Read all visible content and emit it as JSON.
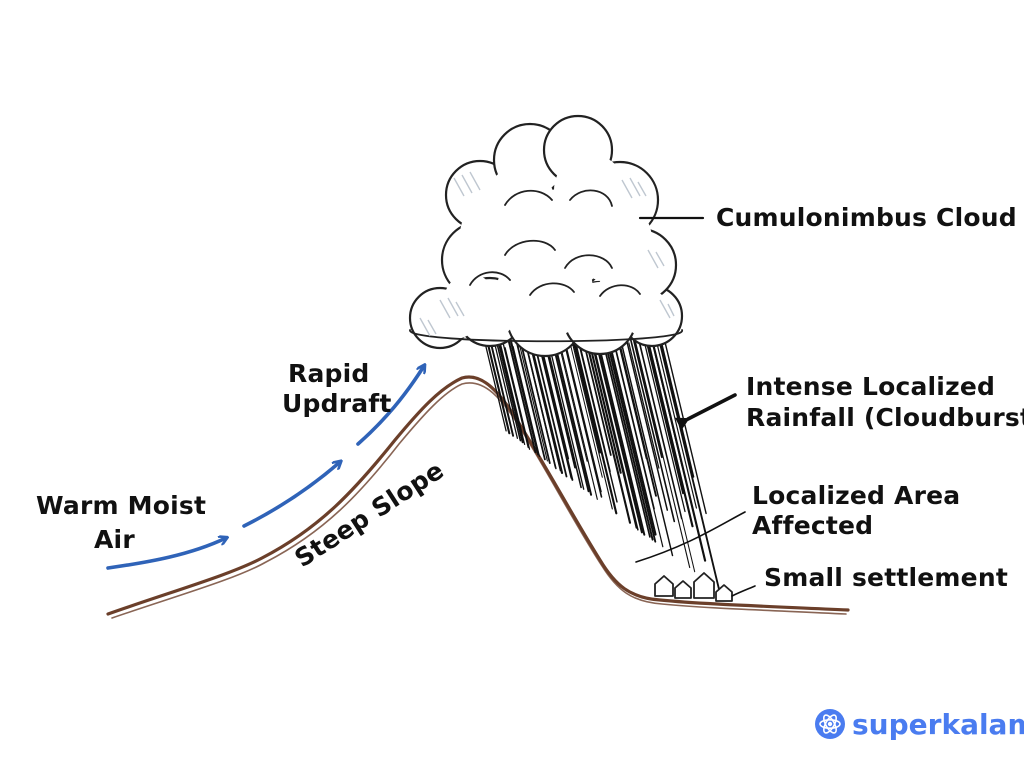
{
  "labels": {
    "cloud": "Cumulonimbus Cloud",
    "rainfall_line1": "Intense Localized",
    "rainfall_line2": "Rainfall (Cloudburst)",
    "area_line1": "Localized Area",
    "area_line2": "Affected",
    "settlement": "Small settlement",
    "updraft_line1": "Rapid",
    "updraft_line2": "Updraft",
    "air_line1": "Warm Moist",
    "air_line2": "Air",
    "slope": "Steep Slope"
  },
  "brand": {
    "name": "superkalam",
    "icon": "atom-logo-icon",
    "color": "#4a7cf0"
  },
  "colors": {
    "arrow": "#2f63b8",
    "ground": "#6b3f2a",
    "ink": "#111111",
    "cloud_shade": "#b9c2cc"
  }
}
